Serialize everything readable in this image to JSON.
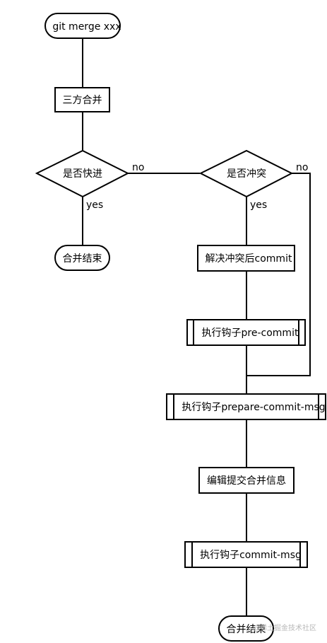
{
  "nodes": {
    "start": "git merge xxx",
    "three_way_merge": "三方合并",
    "is_fast_forward": "是否快进",
    "merge_end_left": "合并结束",
    "has_conflict": "是否冲突",
    "resolve_then_commit": "解决冲突后commit",
    "hook_pre_commit": "执行钩子pre-commit",
    "hook_prepare_commit_msg": "执行钩子prepare-commit-msg",
    "edit_merge_message": "编辑提交合并信息",
    "hook_commit_msg": "执行钩子commit-msg",
    "merge_end_bottom": "合并结束"
  },
  "edge_labels": {
    "ff_no": "no",
    "ff_yes": "yes",
    "conflict_no": "no",
    "conflict_yes": "yes"
  },
  "watermark": "@稀土掘金技术社区"
}
